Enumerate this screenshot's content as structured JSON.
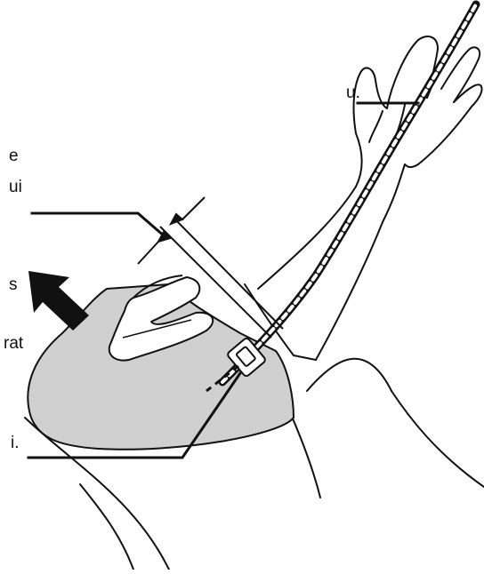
{
  "figure": {
    "text_fragments": [
      {
        "id": "frag-1",
        "text": "u."
      },
      {
        "id": "frag-2",
        "text": "e"
      },
      {
        "id": "frag-3",
        "text": "ui"
      },
      {
        "id": "frag-4",
        "text": "s"
      },
      {
        "id": "frag-5",
        "text": "rat"
      },
      {
        "id": "frag-6",
        "text": "i."
      }
    ],
    "colors": {
      "line": "#111111",
      "cuff_fill": "#d0d0d0",
      "background": "#ffffff"
    }
  }
}
